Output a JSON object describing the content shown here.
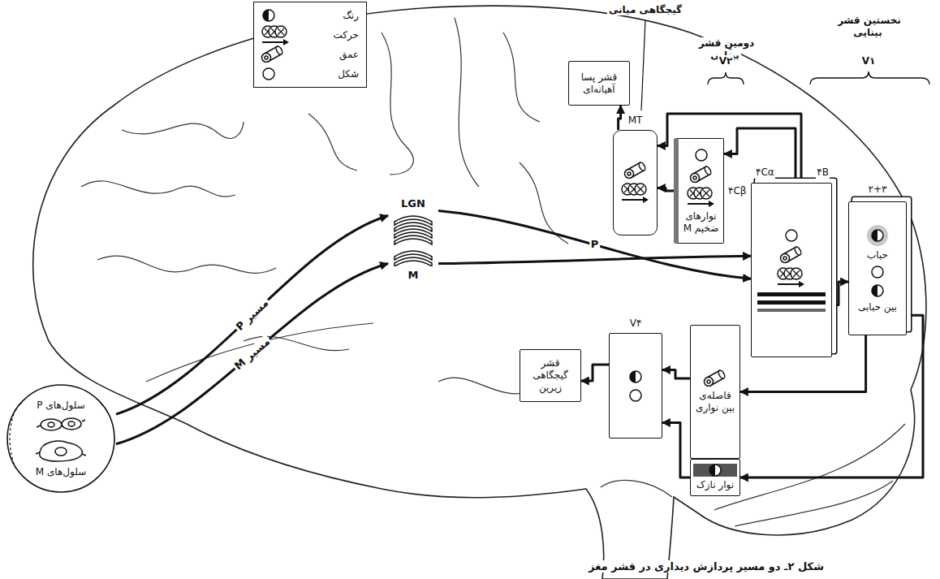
{
  "diagram": {
    "caption": "شکل ۲ـ دو مسیر پردازش دیداری در قشر مغز",
    "nodes": [
      {
        "text": [
          "سلول‌های P",
          "سلول‌های M"
        ]
      },
      {
        "text": [
          "LGN",
          "M"
        ]
      },
      {
        "text": [
          "۴Cα",
          "۴B",
          "۴Cβ"
        ]
      },
      {
        "text": [
          "۲+۳",
          "حباب",
          "بین حبابی"
        ]
      },
      {
        "text": [
          "نوارهای ضخیم M"
        ]
      },
      {
        "text": [
          "فاصله‌ی بین نواری"
        ]
      },
      {
        "text": [
          "نوار نازک"
        ]
      },
      {
        "text": [
          "MT"
        ]
      },
      {
        "text": [
          "قشر پسا آهیانه‌ای"
        ]
      },
      {
        "text": [
          "V۴"
        ]
      },
      {
        "text": [
          "قشر گیجگاهی زیرین"
        ]
      }
    ],
    "edges": [
      {
        "from": 0,
        "to": 1,
        "label": "مسیر P",
        "arrow": "to"
      },
      {
        "from": 0,
        "to": 1,
        "label": "مسیر M",
        "arrow": "to"
      },
      {
        "from": 1,
        "to": 2,
        "label": "P",
        "arrow": "to"
      },
      {
        "from": 1,
        "to": 2,
        "arrow": "to"
      },
      {
        "from": 2,
        "to": 7,
        "arrow": "to"
      },
      {
        "from": 2,
        "to": 4,
        "arrow": "to"
      },
      {
        "from": 4,
        "to": 7,
        "arrow": "to"
      },
      {
        "from": 7,
        "to": 8,
        "arrow": "to"
      },
      {
        "from": 2,
        "to": 3,
        "arrow": "to"
      },
      {
        "from": 3,
        "to": 5,
        "arrow": "to"
      },
      {
        "from": 3,
        "to": 6,
        "arrow": "to"
      },
      {
        "from": 5,
        "to": 9,
        "arrow": "to"
      },
      {
        "from": 6,
        "to": 9,
        "arrow": "to"
      },
      {
        "from": 9,
        "to": 10,
        "arrow": "to"
      }
    ],
    "labels": [
      "گیجگاهی میانی",
      "دومین قشر بینایی",
      "V۲",
      "نخستین قشر بینایی",
      "V۱"
    ],
    "legend": [
      {
        "text": "رنگ"
      },
      {
        "text": "حرکت"
      },
      {
        "text": "عمق"
      },
      {
        "text": "شکل"
      }
    ]
  }
}
